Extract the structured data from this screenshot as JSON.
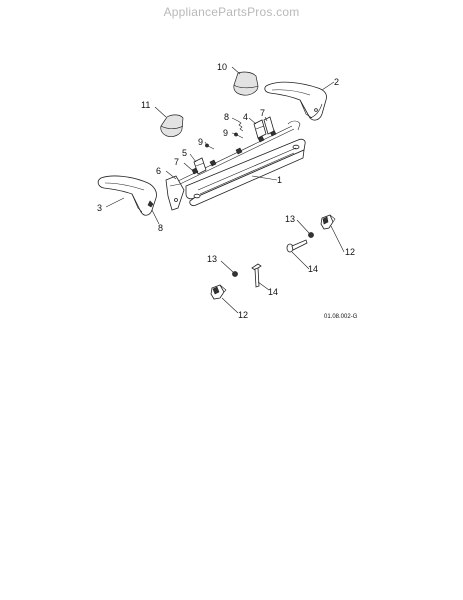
{
  "watermark": "AppliancePartsPros.com",
  "diagram_code": "01.08.002-G",
  "labels": {
    "p1": "1",
    "p2": "2",
    "p3": "3",
    "p4": "4",
    "p5": "5",
    "p6": "6",
    "p7a": "7",
    "p7b": "7",
    "p8a": "8",
    "p8b": "8",
    "p9a": "9",
    "p9b": "9",
    "p10": "10",
    "p11": "11",
    "p12a": "12",
    "p12b": "12",
    "p13a": "13",
    "p13b": "13",
    "p14a": "14",
    "p14b": "14"
  }
}
